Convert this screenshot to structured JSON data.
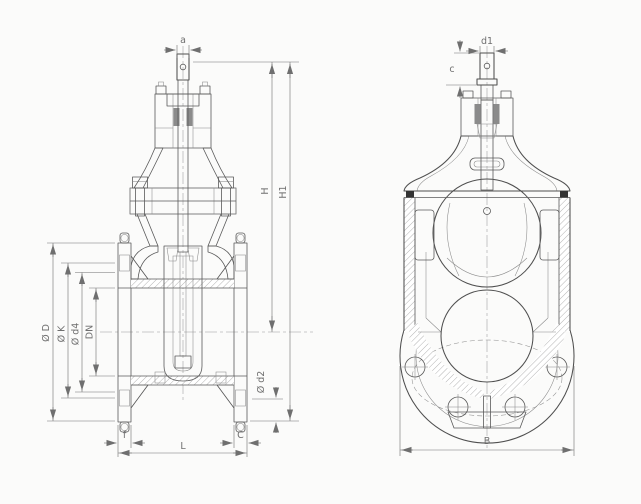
{
  "drawing": {
    "type": "technical-drawing",
    "subject": "flanged gate valve, longitudinal section (left) and end view (right)",
    "colors": {
      "background": "#fbfbfa",
      "outline": "#4f4f4f",
      "thin_line": "#8a8a8a",
      "dimension": "#707070",
      "hatch": "#808080",
      "seal": "#333333"
    },
    "dimensions": {
      "a": "a",
      "d1": "d1",
      "c": "c",
      "h": "H",
      "h1": "H1",
      "flange_od": "Ø D",
      "bolt_circle": "Ø K",
      "seal_face": "Ø d4",
      "bore": "DN",
      "bolt_hole": "Ø d2",
      "flange_edge_f": "f",
      "flange_edge_c": "C",
      "face_to_face": "L",
      "body_width": "B"
    }
  }
}
